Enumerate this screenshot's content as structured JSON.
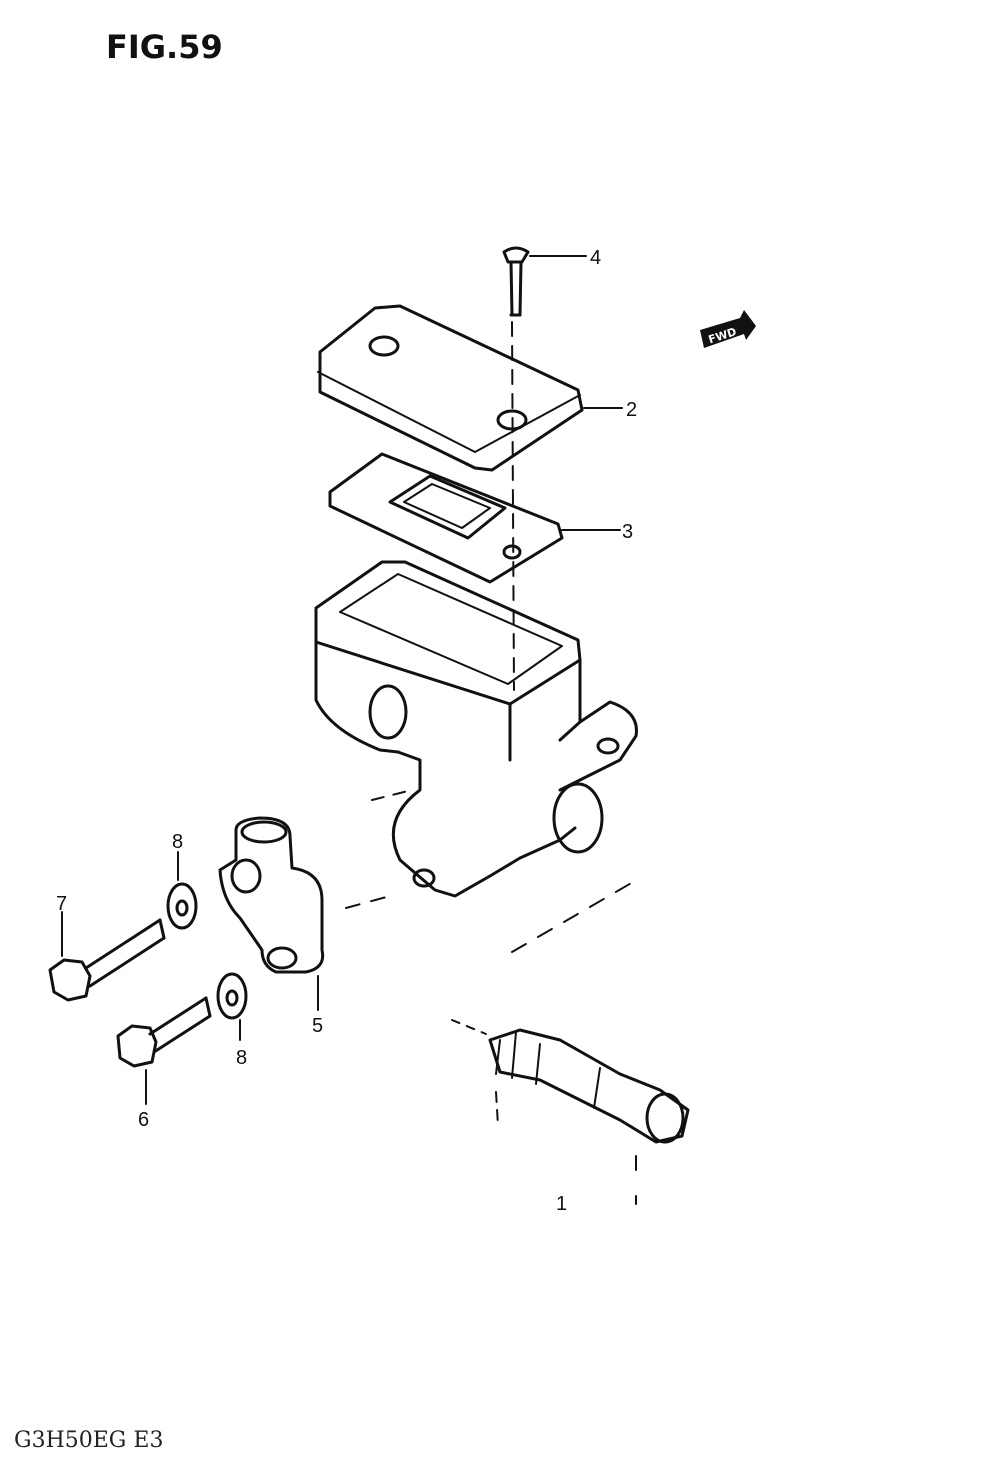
{
  "figure": {
    "title": "FIG.59",
    "code": "G3H50EG E3",
    "fwd_label": "FWD"
  },
  "callouts": [
    "1",
    "2",
    "3",
    "4",
    "5",
    "6",
    "7",
    "8",
    "8"
  ]
}
